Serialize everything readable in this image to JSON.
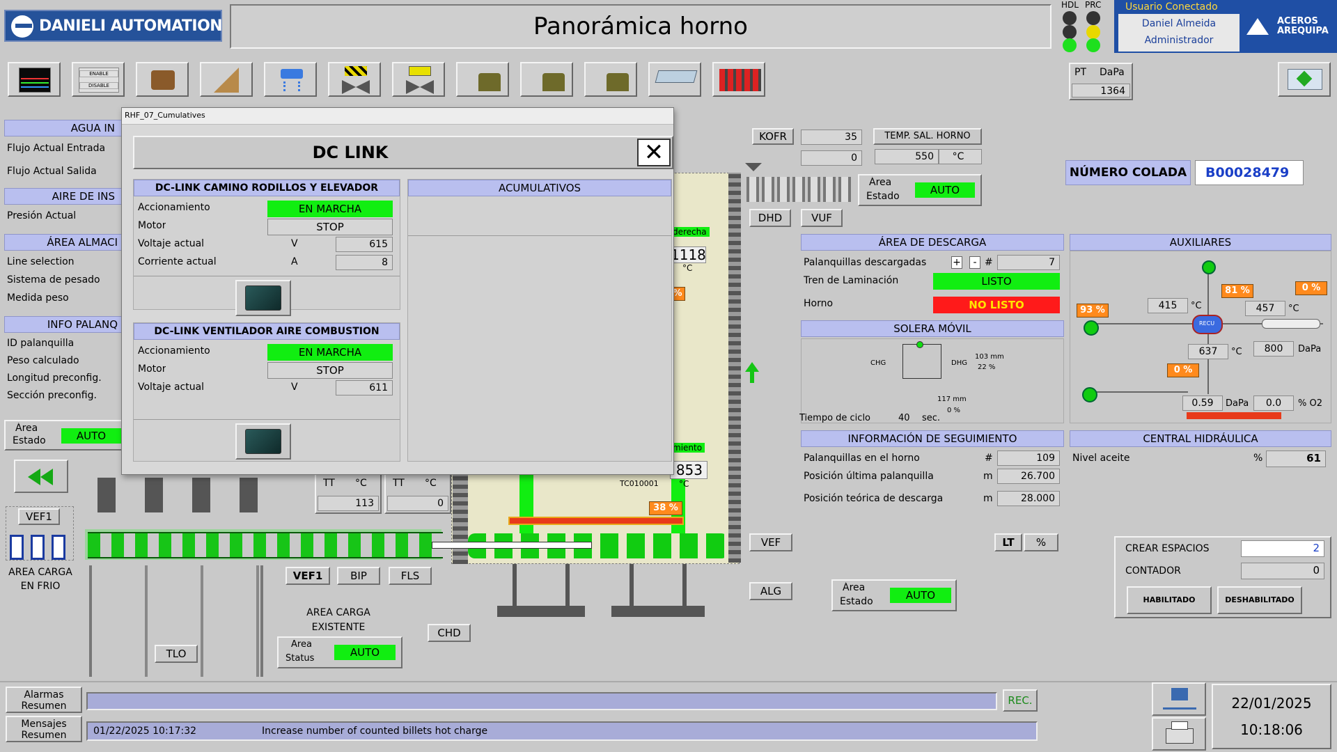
{
  "header": {
    "logo_text": "DANIELI AUTOMATION",
    "title": "Panorámica horno",
    "hdl_label": "HDL",
    "prc_label": "PRC",
    "user_section_label": "Usuario Conectado",
    "user_name": "Daniel Almeida",
    "user_role": "Administrador",
    "brand_text": "ACEROS AREQUIPA"
  },
  "toolbar": {
    "icons": [
      "trend-chart-icon",
      "enable-disable-icon",
      "tools-icon",
      "drafting-tools-icon",
      "water-tap-icon",
      "valve-yellow-icon",
      "valve-open-icon",
      "oil-can-icon-1",
      "oil-can-icon-2",
      "oil-can-icon-3",
      "bench-icon",
      "roller-table-icon"
    ],
    "enable_text": "ENABLE",
    "disable_text": "DISABLE"
  },
  "pt_box": {
    "pt_label": "PT",
    "unit_label": "DaPa",
    "value": "1364"
  },
  "left_panel": {
    "agua_title": "AGUA IN",
    "flujo_entrada": "Flujo Actual Entrada",
    "flujo_salida": "Flujo Actual Salida",
    "aire_title": "AIRE DE INS",
    "presion": "Presión Actual",
    "area_alm_title": "ÁREA ALMACI",
    "line_selection": "Line selection",
    "sistema_pesado": "Sistema de pesado",
    "medida_peso": "Medida peso",
    "info_title": "INFO PALANQ",
    "id_palanquilla": "ID palanquilla",
    "peso_calculado": "Peso calculado",
    "longitud": "Longitud preconfig.",
    "seccion": "Sección preconfig.",
    "area_label": "Área",
    "estado_label": "Estado",
    "auto_label": "AUTO",
    "vef1": "VEF1",
    "area_carga_frio": "AREA CARGA EN FRIO"
  },
  "dialog": {
    "window_title": "RHF_07_Cumulatives",
    "title": "DC LINK",
    "section1_title": "DC-LINK CAMINO RODILLOS Y ELEVADOR",
    "accionamiento": "Accionamiento",
    "en_marcha": "EN MARCHA",
    "motor": "Motor",
    "stop": "STOP",
    "voltaje": "Voltaje actual",
    "v_unit": "V",
    "voltaje1": "615",
    "corriente": "Corriente actual",
    "a_unit": "A",
    "corriente1": "8",
    "section2_title": "DC-LINK VENTILADOR AIRE COMBUSTION",
    "voltaje2": "611",
    "acumulativos_title": "ACUMULATIVOS"
  },
  "furnace": {
    "kofr": "KOFR",
    "kofr_val1": "35",
    "kofr_val2": "0",
    "temp_sal_label": "TEMP. SAL. HORNO",
    "temp_sal_val": "550",
    "temp_unit": "°C",
    "area_label": "Área",
    "estado_label": "Estado",
    "auto": "AUTO",
    "dhd": "DHD",
    "vuf": "VUF",
    "derecha": "derecha",
    "derecha_val": "1118",
    "pct_left": "%",
    "tc_label": "TC010001",
    "tc_val": "853",
    "tc_pct": "38 %",
    "miento": "miento",
    "tt_label": "TT",
    "tt1_val": "113",
    "tt2_val": "0",
    "vef1": "VEF1",
    "bip": "BIP",
    "fls": "FLS",
    "area_carga_existente": "AREA CARGA EXISTENTE",
    "area_status_label1": "Area",
    "area_status_label2": "Status",
    "chd": "CHD",
    "tlo": "TLO",
    "vef": "VEF",
    "alg": "ALG",
    "lt": "LT",
    "lt_unit": "%"
  },
  "colada": {
    "label": "NÚMERO COLADA",
    "value": "B00028479"
  },
  "descarga": {
    "title": "ÁREA DE DESCARGA",
    "palanquillas_label": "Palanquillas descargadas",
    "plus": "+",
    "minus": "-",
    "hash": "#",
    "palanquillas_val": "7",
    "tren_label": "Tren de Laminación",
    "tren_status": "LISTO",
    "horno_label": "Horno",
    "horno_status": "NO LISTO"
  },
  "solera": {
    "title": "SOLERA MÓVIL",
    "chg": "CHG",
    "dhg": "DHG",
    "dhg_mm": "103 mm",
    "dhg_pct": "22 %",
    "bottom_mm": "117 mm",
    "bottom_pct": "0 %",
    "tiempo_label": "Tiempo de ciclo",
    "tiempo_val": "40",
    "tiempo_unit": "sec."
  },
  "seguimiento": {
    "title": "INFORMACIÓN DE SEGUIMIENTO",
    "row1_label": "Palanquillas en el horno",
    "row1_unit": "#",
    "row1_val": "109",
    "row2_label": "Posición última palanquilla",
    "row2_unit": "m",
    "row2_val": "26.700",
    "row3_label": "Posición teórica de descarga",
    "row3_unit": "m",
    "row3_val": "28.000"
  },
  "auxiliares": {
    "title": "AUXILIARES",
    "pct93": "93 %",
    "pct81": "81 %",
    "pct0a": "0 %",
    "pct0b": "0 %",
    "v415": "415",
    "v457": "457",
    "v637": "637",
    "v800": "800",
    "v059": "0.59",
    "v00": "0.0",
    "c": "°C",
    "dapa": "DaPa",
    "o2": "% O2",
    "recu": "RECU"
  },
  "hidraulica": {
    "title": "CENTRAL HIDRÁULICA",
    "nivel_label": "Nivel aceite",
    "nivel_unit": "%",
    "nivel_val": "61"
  },
  "espacios": {
    "crear_label": "CREAR ESPACIOS",
    "crear_val": "2",
    "contador_label": "CONTADOR",
    "contador_val": "0",
    "habilitado": "HABILITADO",
    "deshabilitado": "DESHABILITADO"
  },
  "footer": {
    "alarmas_label": "Alarmas Resumen",
    "mensajes_label": "Mensajes Resumen",
    "rec_label": "REC.",
    "msg_time": "01/22/2025 10:17:32",
    "msg_text": "Increase number of counted billets hot charge",
    "date": "22/01/2025",
    "time": "10:18:06"
  },
  "colors": {
    "accent_blue": "#1a4fb7",
    "status_green": "#11ee11",
    "status_red": "#ff1a1a",
    "orange": "#ff8a1d",
    "header_bar": "#b9bfef"
  }
}
